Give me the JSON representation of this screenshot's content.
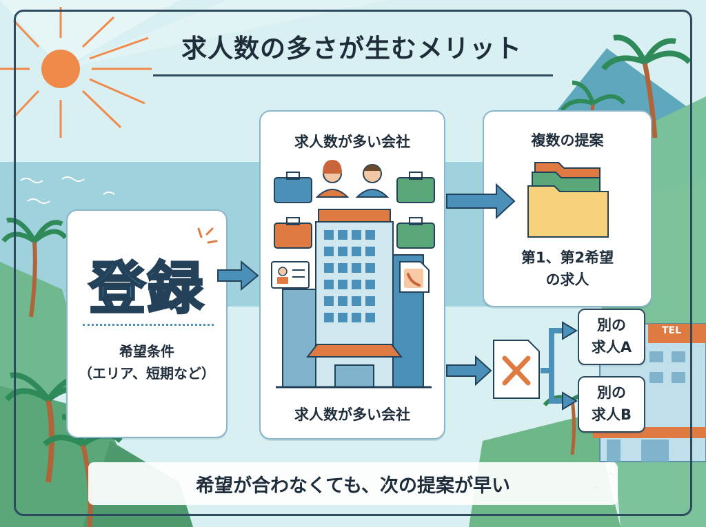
{
  "title": "求人数の多さが生むメリット",
  "register": {
    "big": "登録",
    "conditions_line1": "希望条件",
    "conditions_line2": "（エリア、短期など）"
  },
  "company": {
    "top_label": "求人数が多い会社",
    "bottom_label": "求人数が多い会社"
  },
  "proposal": {
    "title": "複数の提案",
    "line1": "第1、第2希望",
    "line2": "の求人"
  },
  "alternatives": [
    {
      "line1": "別の",
      "line2": "求人A"
    },
    {
      "line1": "別の",
      "line2": "求人B"
    }
  ],
  "hotel_sign": "TEL",
  "bottom_message": "希望が合わなくても、次の提案が早い",
  "colors": {
    "frame": "#2d4a5e",
    "accent_orange": "#e07a43",
    "accent_blue": "#4a90b8",
    "accent_green": "#5aa77a",
    "folder_yellow": "#f7d27a",
    "text": "#1f2d3a"
  }
}
